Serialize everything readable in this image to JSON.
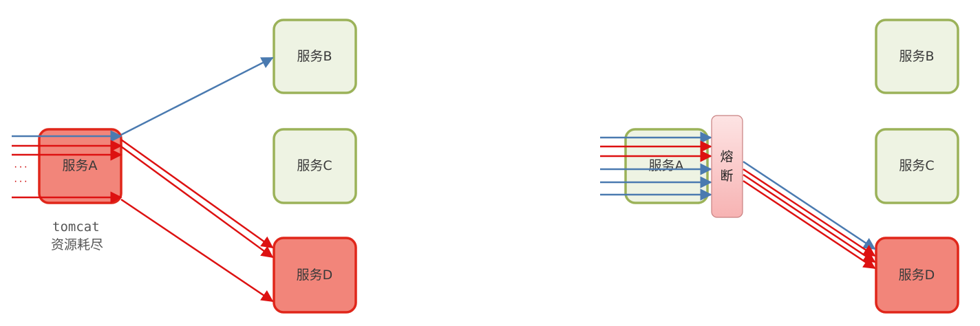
{
  "colors": {
    "green_fill": "#eef3e3",
    "green_stroke": "#9bb259",
    "red_fill": "#f2857a",
    "red_stroke": "#e0261a",
    "blue_arrow": "#4a7ab0",
    "red_arrow": "#dd1111",
    "breaker_fill_top": "#fde4e4",
    "breaker_fill_bottom": "#f9b8b8",
    "breaker_stroke": "#c88080"
  },
  "left": {
    "service_a": "服务A",
    "service_b": "服务B",
    "service_c": "服务C",
    "service_d": "服务D",
    "note_line1": "tomcat",
    "note_line2": "资源耗尽",
    "ellipsis_1": "···",
    "ellipsis_2": "···"
  },
  "right": {
    "service_a": "服务A",
    "service_b": "服务B",
    "service_c": "服务C",
    "service_d": "服务D",
    "breaker_char1": "熔",
    "breaker_char2": "断"
  }
}
